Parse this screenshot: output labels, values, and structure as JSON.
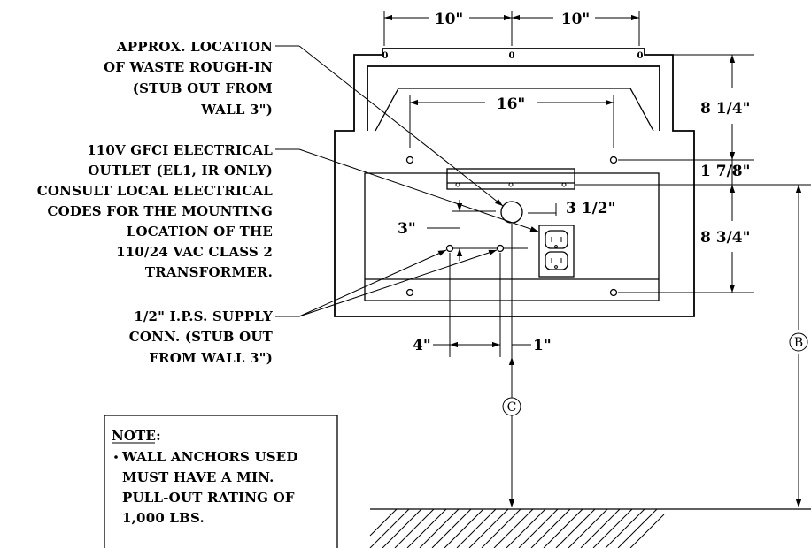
{
  "dimensions": {
    "top_left": "10\"",
    "top_right": "10\"",
    "span_16": "16\"",
    "h_8_1_4": "8 1/4\"",
    "h_1_7_8": "1 7/8\"",
    "h_8_3_4": "8 3/4\"",
    "d_3_1_2": "3 1/2\"",
    "d_3": "3\"",
    "d_4": "4\"",
    "d_1": "1\""
  },
  "callouts": {
    "waste": [
      "APPROX. LOCATION",
      "OF WASTE ROUGH-IN",
      "(STUB OUT FROM",
      "WALL 3\")"
    ],
    "outlet": [
      "110V GFCI ELECTRICAL",
      "OUTLET (EL1, IR ONLY)",
      "CONSULT LOCAL ELECTRICAL",
      "CODES FOR THE MOUNTING",
      "LOCATION OF THE",
      "110/24 VAC CLASS 2",
      "TRANSFORMER."
    ],
    "supply": [
      "1/2\" I.P.S. SUPPLY",
      "CONN. (STUB OUT",
      "FROM WALL 3\")"
    ]
  },
  "markers": {
    "b": "B",
    "c": "C",
    "zero_left": "0",
    "zero_mid": "0",
    "zero_right": "0"
  },
  "note": {
    "title": "NOTE:",
    "lines": [
      "WALL ANCHORS USED",
      "MUST HAVE A MIN.",
      "PULL-OUT RATING OF",
      "1,000 LBS."
    ]
  }
}
